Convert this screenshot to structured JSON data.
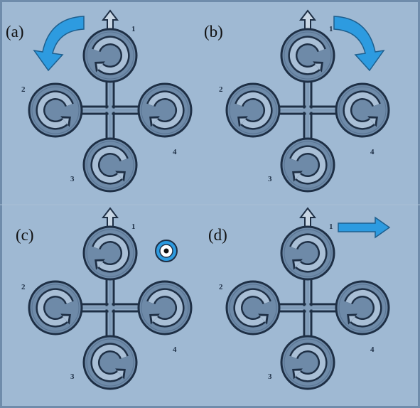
{
  "panels": [
    {
      "id": "a",
      "label": "(a)",
      "rotors": [
        "cw",
        "ccw",
        "ccw",
        "cw"
      ],
      "motion": "yaw-ccw"
    },
    {
      "id": "b",
      "label": "(b)",
      "rotors": [
        "ccw",
        "cw",
        "cw",
        "ccw"
      ],
      "motion": "yaw-cw"
    },
    {
      "id": "c",
      "label": "(c)",
      "rotors": [
        "cw",
        "ccw",
        "ccw",
        "cw"
      ],
      "motion": "out-of-page"
    },
    {
      "id": "d",
      "label": "(d)",
      "rotors": [
        "cw",
        "ccw",
        "cw",
        "cw"
      ],
      "motion": "move-right"
    }
  ],
  "motor_labels": {
    "front": "1",
    "left": "2",
    "back": "3",
    "right": "4"
  },
  "colors": {
    "background": "#9fb9d3",
    "rotor": "#6e8aa8",
    "outline": "#1e2f45",
    "motion_arrow": "#2d9be0"
  },
  "icons": {
    "forward": "up-arrow-icon",
    "spin": "circular-arrow-icon",
    "axis": "dot-in-circle-icon"
  }
}
